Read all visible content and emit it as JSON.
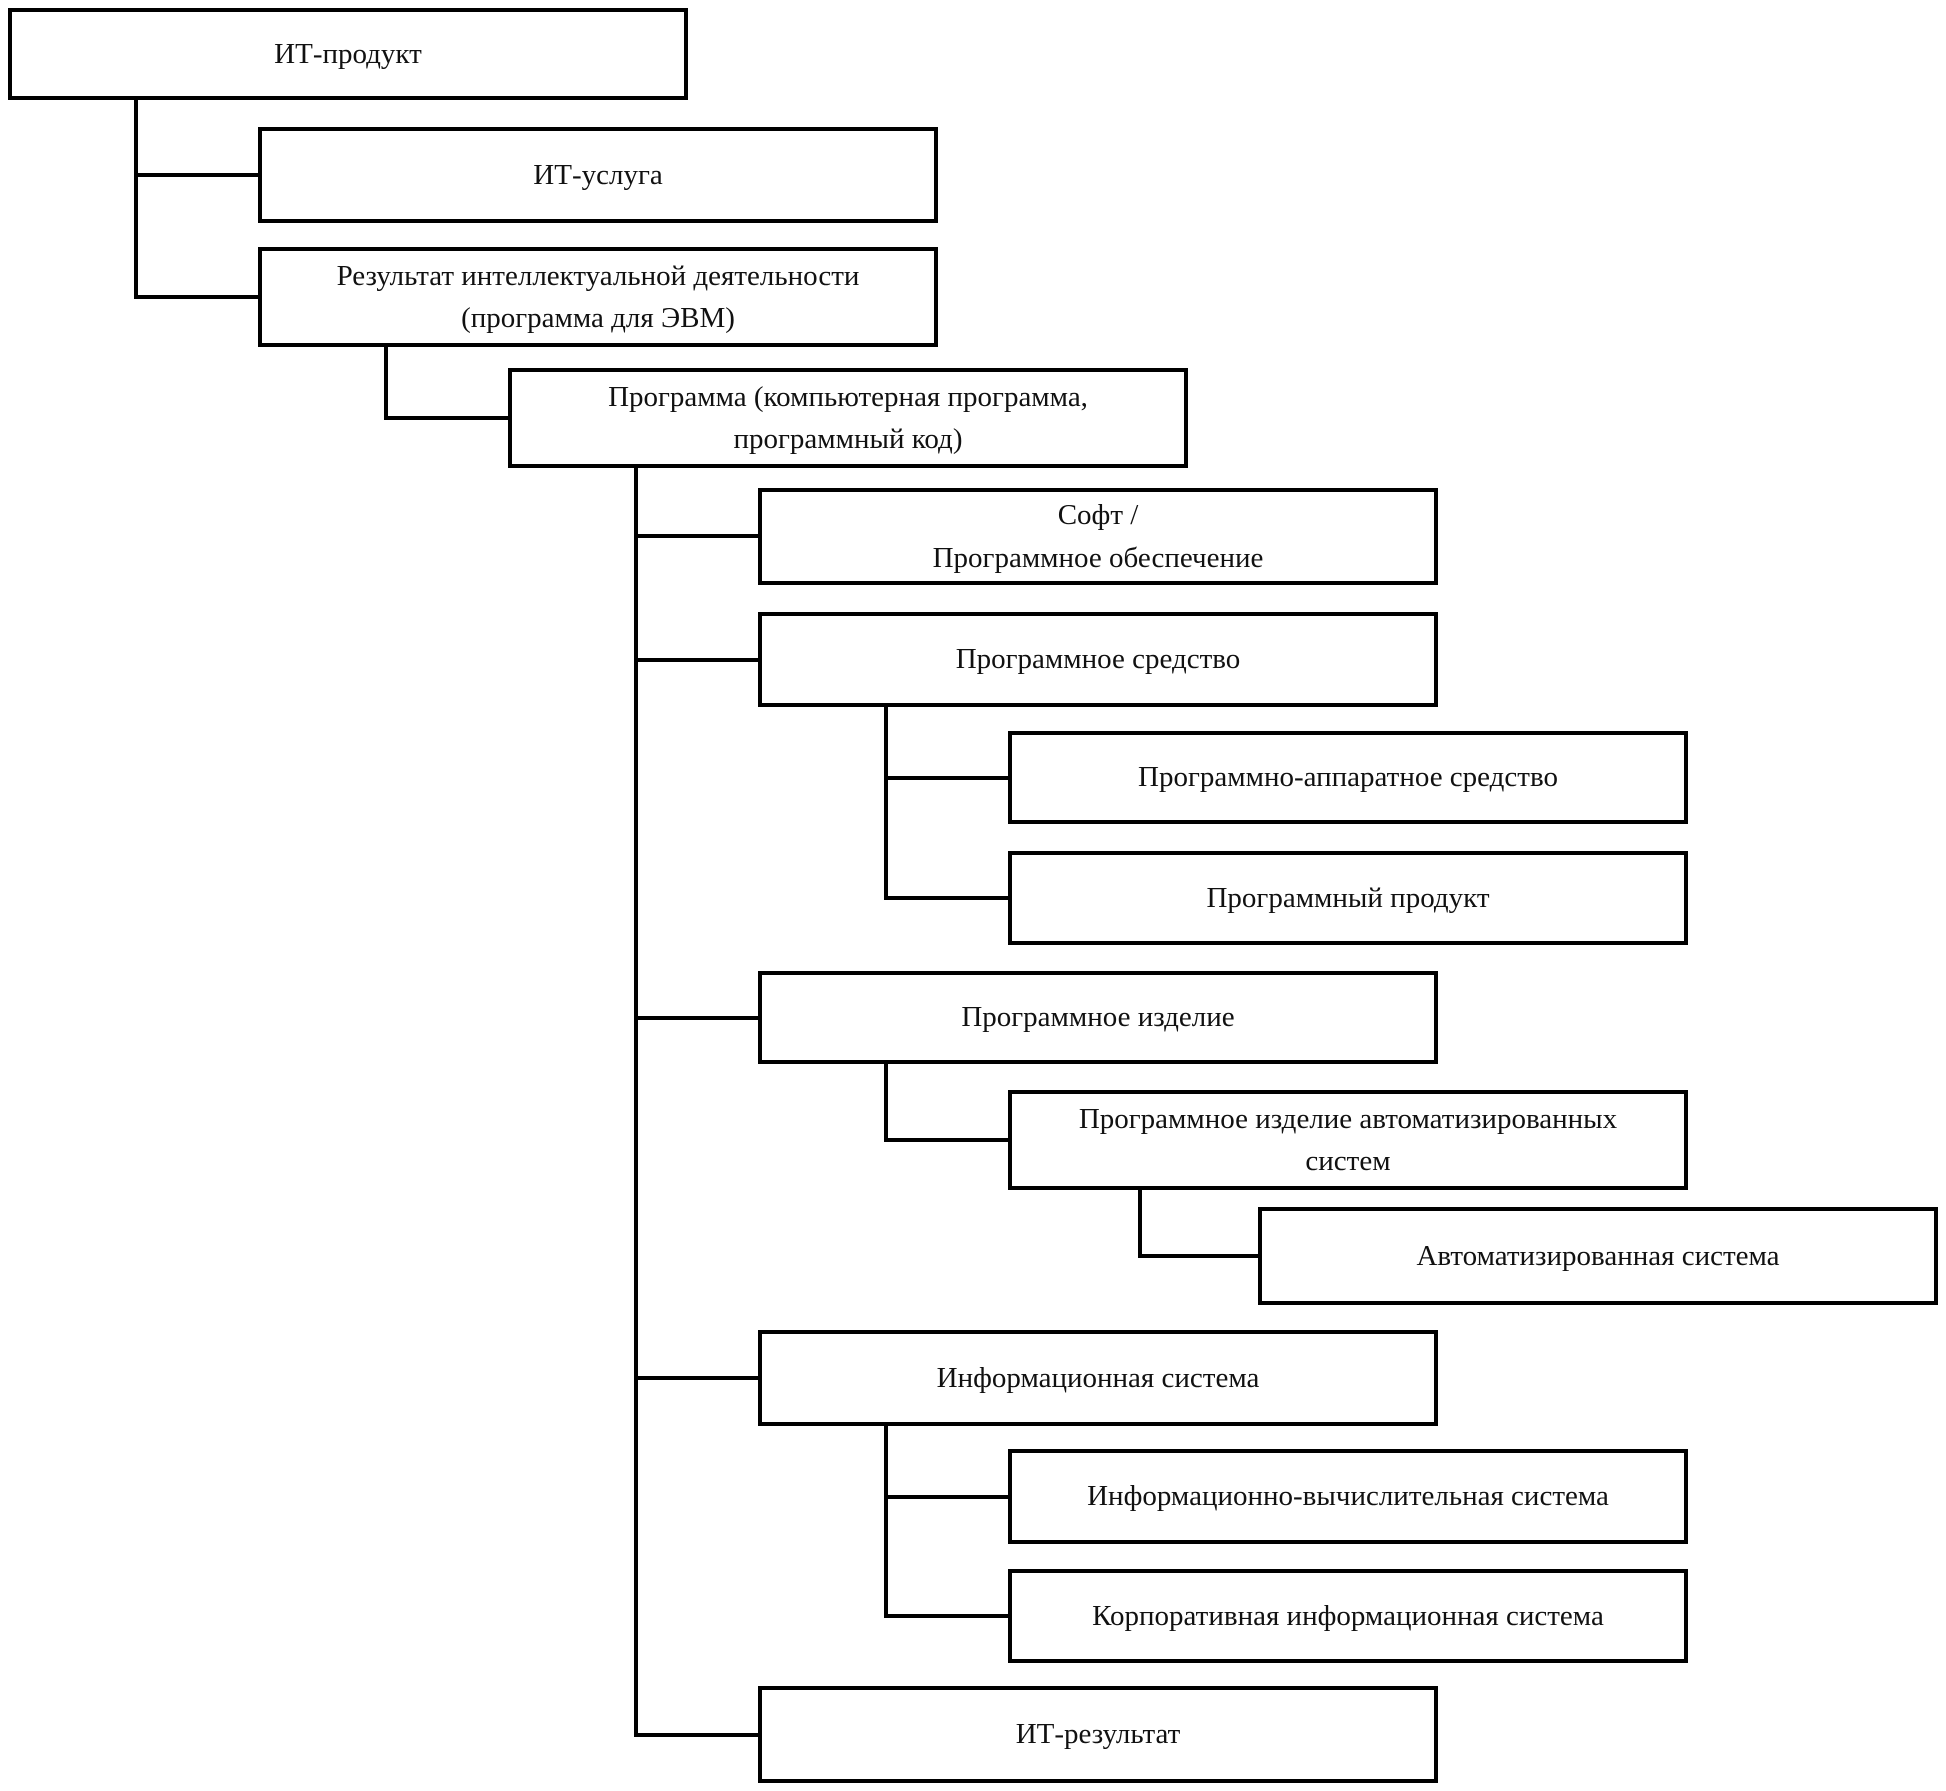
{
  "diagram": {
    "type": "tree",
    "language": "ru",
    "nodes": [
      {
        "id": "it-product",
        "label": "ИТ-продукт",
        "parent": null,
        "level": 0
      },
      {
        "id": "it-service",
        "label": "ИТ-услуга",
        "parent": "it-product",
        "level": 1
      },
      {
        "id": "intellectual-result",
        "label": "Результат интеллектуальной деятельности\n(программа для ЭВМ)",
        "parent": "it-product",
        "level": 1
      },
      {
        "id": "program",
        "label": "Программа (компьютерная программа,\nпрограммный код)",
        "parent": "intellectual-result",
        "level": 2
      },
      {
        "id": "software",
        "label": "Софт /\nПрограммное обеспечение",
        "parent": "program",
        "level": 3
      },
      {
        "id": "program-tool",
        "label": "Программное средство",
        "parent": "program",
        "level": 3
      },
      {
        "id": "hardware-software-tool",
        "label": "Программно-аппаратное средство",
        "parent": "program-tool",
        "level": 4
      },
      {
        "id": "program-product",
        "label": "Программный продукт",
        "parent": "program-tool",
        "level": 4
      },
      {
        "id": "program-item",
        "label": "Программное изделие",
        "parent": "program",
        "level": 3
      },
      {
        "id": "program-item-as",
        "label": "Программное изделие автоматизированных\nсистем",
        "parent": "program-item",
        "level": 4
      },
      {
        "id": "automated-system",
        "label": "Автоматизированная система",
        "parent": "program-item-as",
        "level": 5
      },
      {
        "id": "information-system",
        "label": "Информационная система",
        "parent": "program",
        "level": 3
      },
      {
        "id": "info-computing-system",
        "label": "Информационно-вычислительная система",
        "parent": "information-system",
        "level": 4
      },
      {
        "id": "corporate-info-system",
        "label": "Корпоративная информационная система",
        "parent": "information-system",
        "level": 4
      },
      {
        "id": "it-result",
        "label": "ИТ-результат",
        "parent": "program",
        "level": 3
      }
    ],
    "colors": {
      "background": "#ffffff",
      "box_border": "#000000",
      "connector": "#000000",
      "text": "#111111"
    }
  }
}
